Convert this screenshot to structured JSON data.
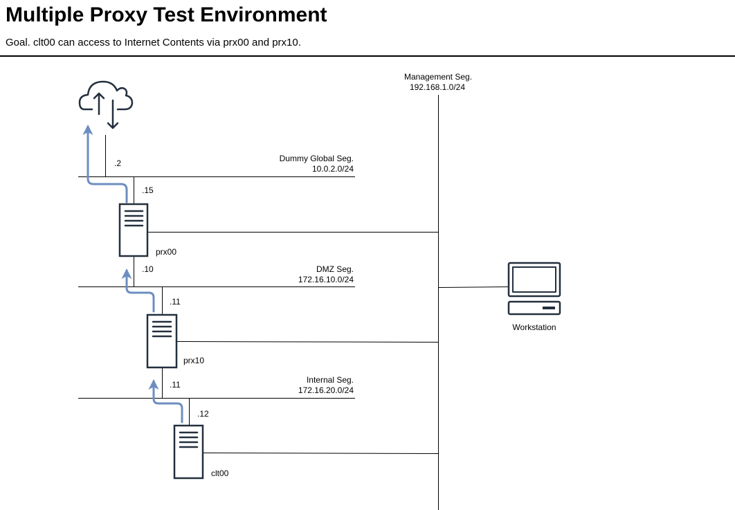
{
  "page": {
    "title": "Multiple Proxy Test Environment",
    "goal": "Goal. clt00 can access to Internet Contents via prx00 and prx10."
  },
  "diagram": {
    "colors": {
      "line": "#000000",
      "flow_arrow": "#6c8ebf",
      "icon_stroke": "#232f3e"
    },
    "segments": {
      "management": {
        "name": "Management Seg.",
        "cidr": "192.168.1.0/24"
      },
      "global": {
        "name": "Dummy Global Seg.",
        "cidr": "10.0.2.0/24"
      },
      "dmz": {
        "name": "DMZ Seg.",
        "cidr": "172.16.10.0/24"
      },
      "internal": {
        "name": "Internal Seg.",
        "cidr": "172.16.20.0/24"
      }
    },
    "nodes": {
      "internet": {
        "icon": "cloud-upload-download-icon",
        "address": ".2"
      },
      "prx00": {
        "label": "prx00",
        "icon": "server-icon",
        "addr_global": ".15",
        "addr_dmz": ".10"
      },
      "prx10": {
        "label": "prx10",
        "icon": "server-icon",
        "addr_dmz": ".11",
        "addr_internal": ".11"
      },
      "clt00": {
        "label": "clt00",
        "icon": "server-icon",
        "addr_internal": ".12"
      },
      "workstation": {
        "label": "Workstation",
        "icon": "desktop-computer-icon"
      }
    }
  }
}
